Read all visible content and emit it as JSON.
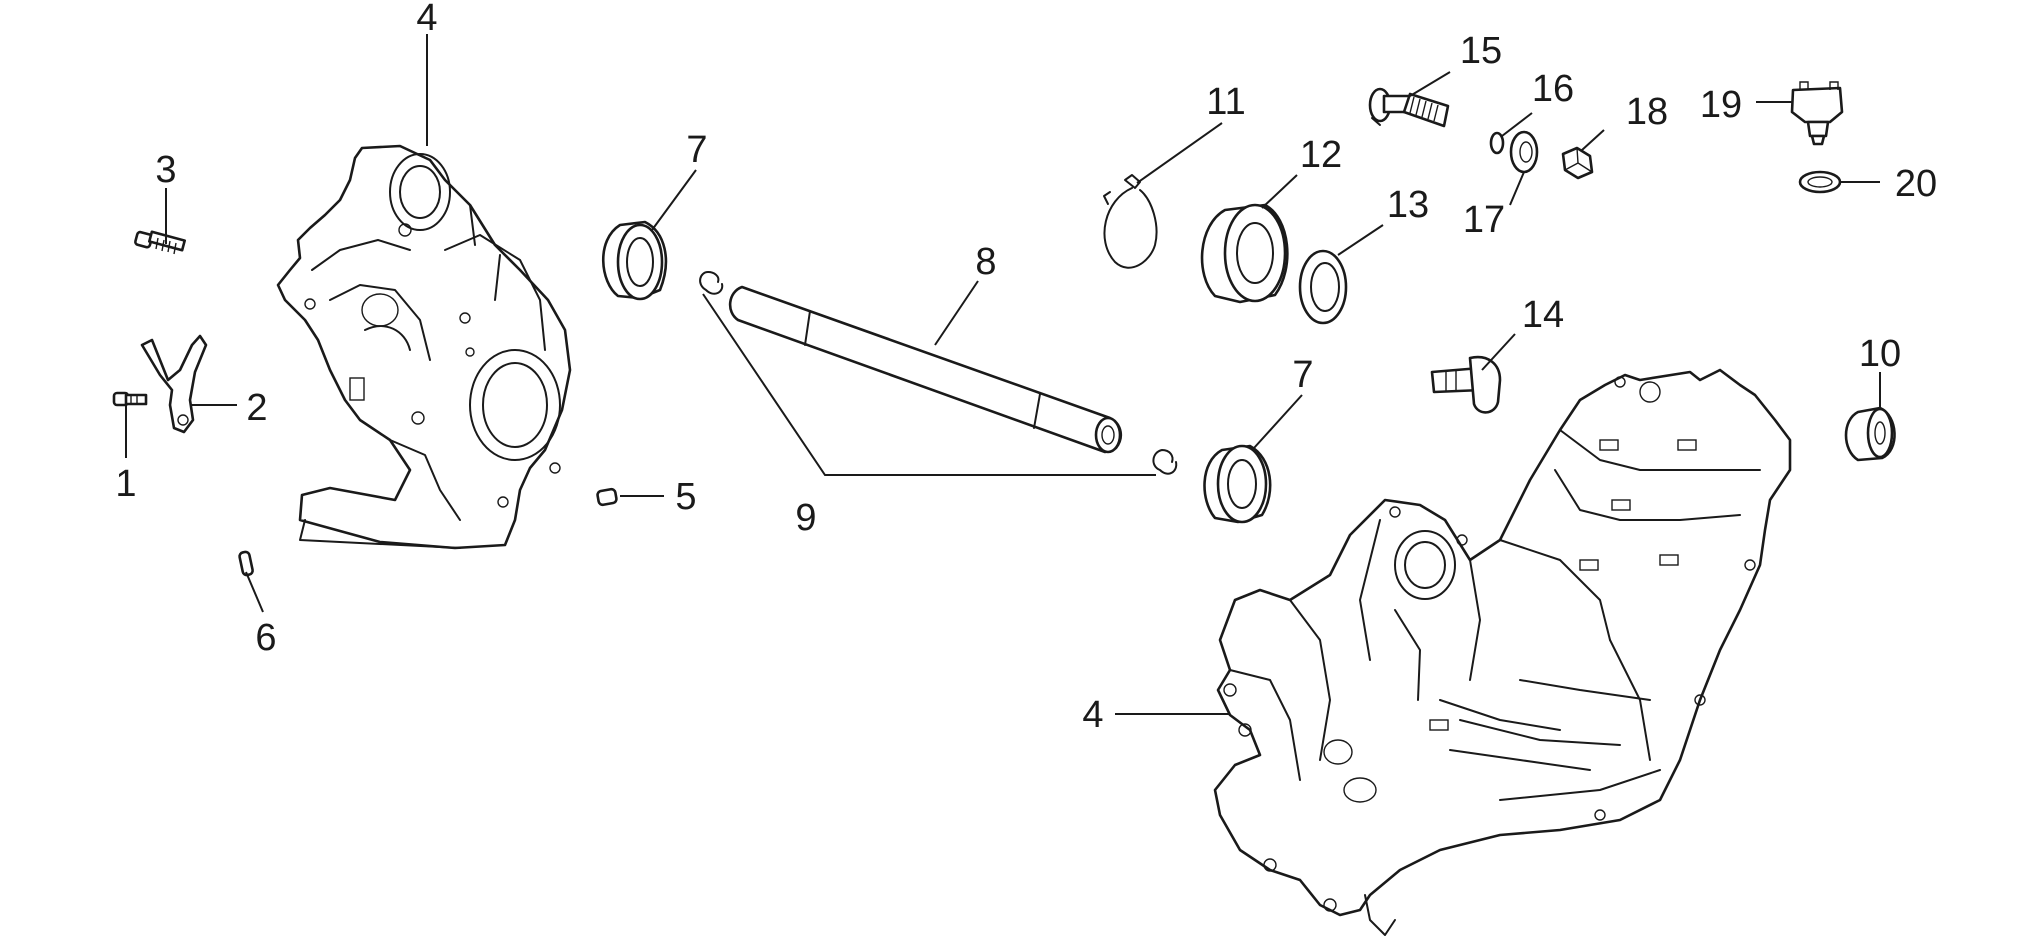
{
  "diagram": {
    "callouts": {
      "c1": "1",
      "c2": "2",
      "c3": "3",
      "c4_top": "4",
      "c4_bottom": "4",
      "c5": "5",
      "c6": "6",
      "c7_top": "7",
      "c7_bottom": "7",
      "c8": "8",
      "c9": "9",
      "c10": "10",
      "c11": "11",
      "c12": "12",
      "c13": "13",
      "c14": "14",
      "c15": "15",
      "c16": "16",
      "c17": "17",
      "c18": "18",
      "c19": "19",
      "c20": "20"
    },
    "colors": {
      "line": "#1a1a1a",
      "background": "#ffffff"
    }
  }
}
